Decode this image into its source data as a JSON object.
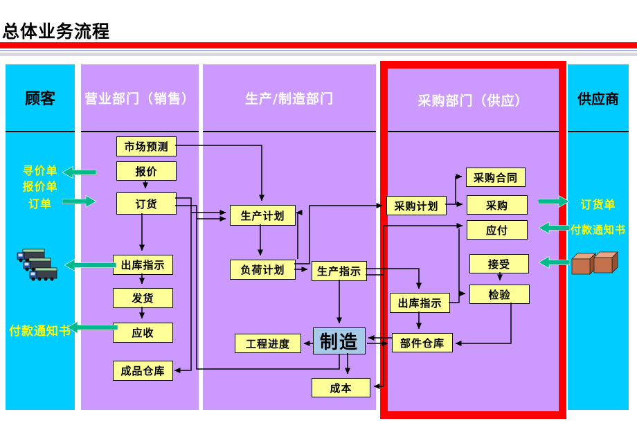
{
  "slide": {
    "title": "总体业务流程"
  },
  "colors": {
    "lane_cyan": "#00CCFF",
    "lane_purple": "#CC99FF",
    "box_yellow": "#FFFF99",
    "box_blue": "#A5CBE8",
    "highlight_red": "#FF0000",
    "arrow_green": "#00B98C",
    "label_yellow": "#FFFF00"
  },
  "lanes": {
    "customer": {
      "header": "顾客",
      "labels": {
        "inquiry": "寻价单",
        "quotation": "报价单",
        "order": "订单",
        "payment_notice": "付款通知书"
      }
    },
    "sales": {
      "header": "营业部门（销售）",
      "boxes": {
        "market_forecast": "市场预测",
        "quote": "报价",
        "order": "订货",
        "outbound_instruction": "出库指示",
        "shipping": "发货",
        "receivable": "应收",
        "finished_goods_warehouse": "成品仓库"
      }
    },
    "production": {
      "header": "生产/制造部门",
      "boxes": {
        "production_plan": "生产计划",
        "load_plan": "负荷计划",
        "production_instruction": "生产指示",
        "engineering_progress": "工程进度",
        "manufacturing": "制造",
        "cost": "成本"
      }
    },
    "purchasing": {
      "header": "采购部门（供应）",
      "boxes": {
        "purchase_plan": "采购计划",
        "purchase_contract": "采购合同",
        "purchase": "采购",
        "payable": "应付",
        "accept": "接受",
        "inspection": "检验",
        "outbound_instruction": "出库指示",
        "parts_warehouse": "部件仓库"
      }
    },
    "supplier": {
      "header": "供应商",
      "labels": {
        "order_form": "订货单",
        "payment_notice": "付款通知书"
      }
    }
  }
}
